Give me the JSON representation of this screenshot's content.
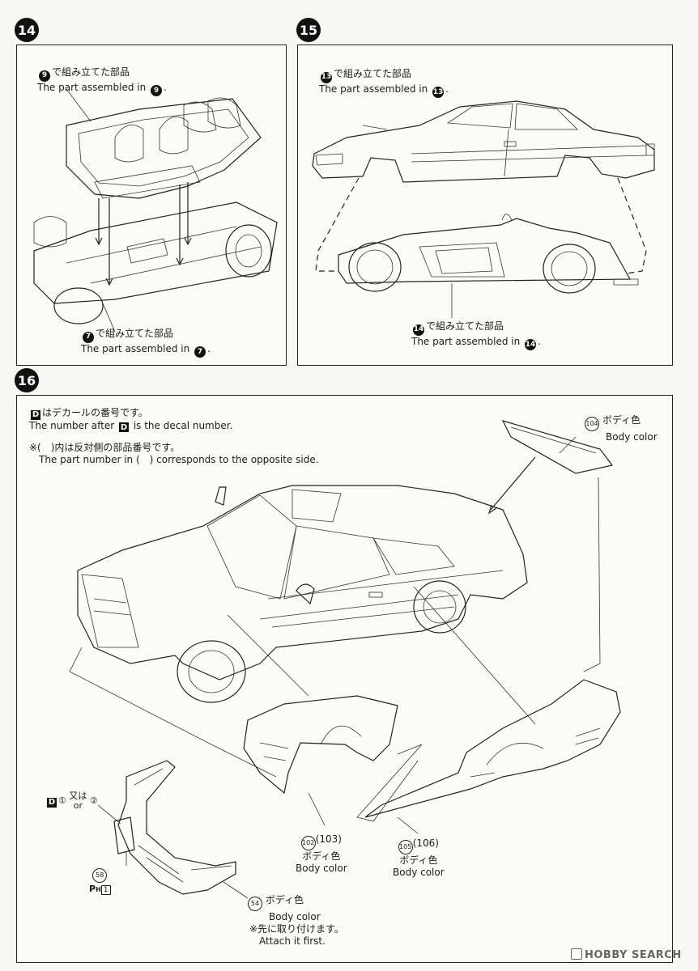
{
  "steps": {
    "s14": {
      "number": "14",
      "top_label_jp": "で組み立てた部品",
      "top_label_en": "The part assembled in",
      "top_ref": "9",
      "bottom_label_jp": "で組み立てた部品",
      "bottom_label_en": "The part assembled in",
      "bottom_ref": "7"
    },
    "s15": {
      "number": "15",
      "top_label_jp": "で組み立てた部品",
      "top_label_en": "The part assembled in",
      "top_ref": "13",
      "bottom_label_jp": "で組み立てた部品",
      "bottom_label_en": "The part assembled in",
      "bottom_ref": "14"
    },
    "s16": {
      "number": "16",
      "note1_jp": "はデカールの番号です。",
      "note1_en_pre": "The number after",
      "note1_en_post": "is the decal number.",
      "decal_mark": "D",
      "note2_jp": "※(　)内は反対側の部品番号です。",
      "note2_en": "The part number in (　) corresponds to the opposite side.",
      "parts": {
        "p104": {
          "num": "104",
          "jp": "ボディ色",
          "en": "Body color"
        },
        "p102": {
          "num": "102",
          "alt": "(103)",
          "jp": "ボディ色",
          "en": "Body color"
        },
        "p105": {
          "num": "105",
          "alt": "(106)",
          "jp": "ボディ色",
          "en": "Body color"
        },
        "p54": {
          "num": "54",
          "jp": "ボディ色",
          "en": "Body color",
          "note_jp": "※先に取り付けます。",
          "note_en": "Attach it first."
        },
        "p58": {
          "num": "58",
          "sub_letter": "P",
          "sub_sub": "H",
          "sub_box": "1"
        },
        "decal": {
          "mark": "D",
          "a": "①",
          "or_jp": "又は",
          "or_en": "or",
          "b": "②"
        }
      }
    }
  },
  "watermark": "HOBBY SEARCH"
}
